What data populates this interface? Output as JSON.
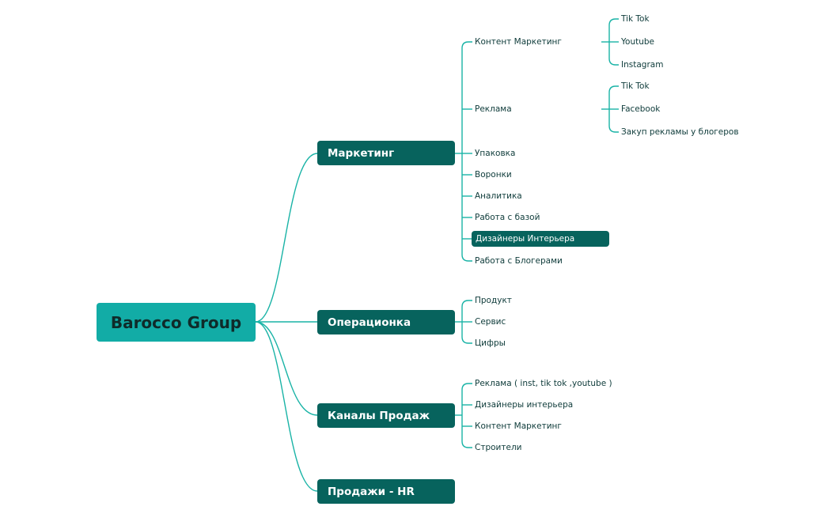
{
  "root": {
    "label": "Barocco Group"
  },
  "branches": {
    "marketing": {
      "label": "Маркетинг",
      "children": {
        "content": {
          "label": "Контент Маркетинг",
          "children": [
            "Tik Tok",
            "Youtube",
            "Instagram"
          ]
        },
        "ads": {
          "label": "Реклама",
          "children": [
            "Tik Tok",
            "Facebook",
            "Закуп рекламы у блогеров"
          ]
        },
        "packaging": "Упаковка",
        "funnels": "Воронки",
        "analytics": "Аналитика",
        "database": "Работа с базой",
        "designers": "Дизайнеры Интерьера",
        "bloggers": "Работа с Блогерами"
      }
    },
    "operations": {
      "label": "Операционка",
      "children": [
        "Продукт",
        "Сервис",
        "Цифры"
      ]
    },
    "sales_channels": {
      "label": "Каналы Продаж",
      "children": [
        "Реклама ( inst, tik tok ,youtube )",
        "Дизайнеры интерьера",
        "Контент Маркетинг",
        "Строители"
      ]
    },
    "sales_hr": {
      "label": "Продажи - HR"
    }
  },
  "colors": {
    "root_fill": "#12aca6",
    "branch_fill": "#07635d",
    "connector": "#19b3a6",
    "highlight_fill": "#07635d",
    "text": "#0e3b3a"
  }
}
